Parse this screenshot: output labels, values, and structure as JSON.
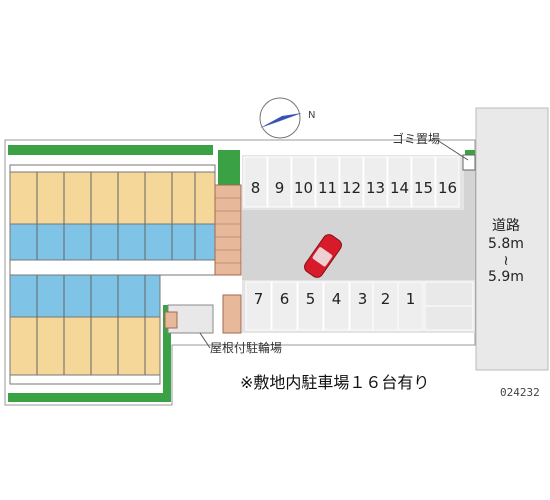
{
  "compass": {
    "north_label": "N"
  },
  "labels": {
    "garbage": "ゴミ置場",
    "bike_parking": "屋根付駐輪場"
  },
  "road": {
    "name": "道路",
    "width_min": "5.8m",
    "tilde": "≀",
    "width_max": "5.9m"
  },
  "parking": {
    "top_row": [
      "8",
      "9",
      "10",
      "11",
      "12",
      "13",
      "14",
      "15",
      "16"
    ],
    "bottom_row": [
      "7",
      "6",
      "5",
      "4",
      "3",
      "2",
      "1"
    ]
  },
  "note": "※敷地内駐車場１６台有り",
  "property_code": "024232",
  "colors": {
    "unit_floor": "#f5d79a",
    "bath": "#7fc4e6",
    "parking_lot": "#d4d4d4",
    "road": "#e8e8e8",
    "hedge": "#3aa245",
    "car": "#d81b2a"
  }
}
